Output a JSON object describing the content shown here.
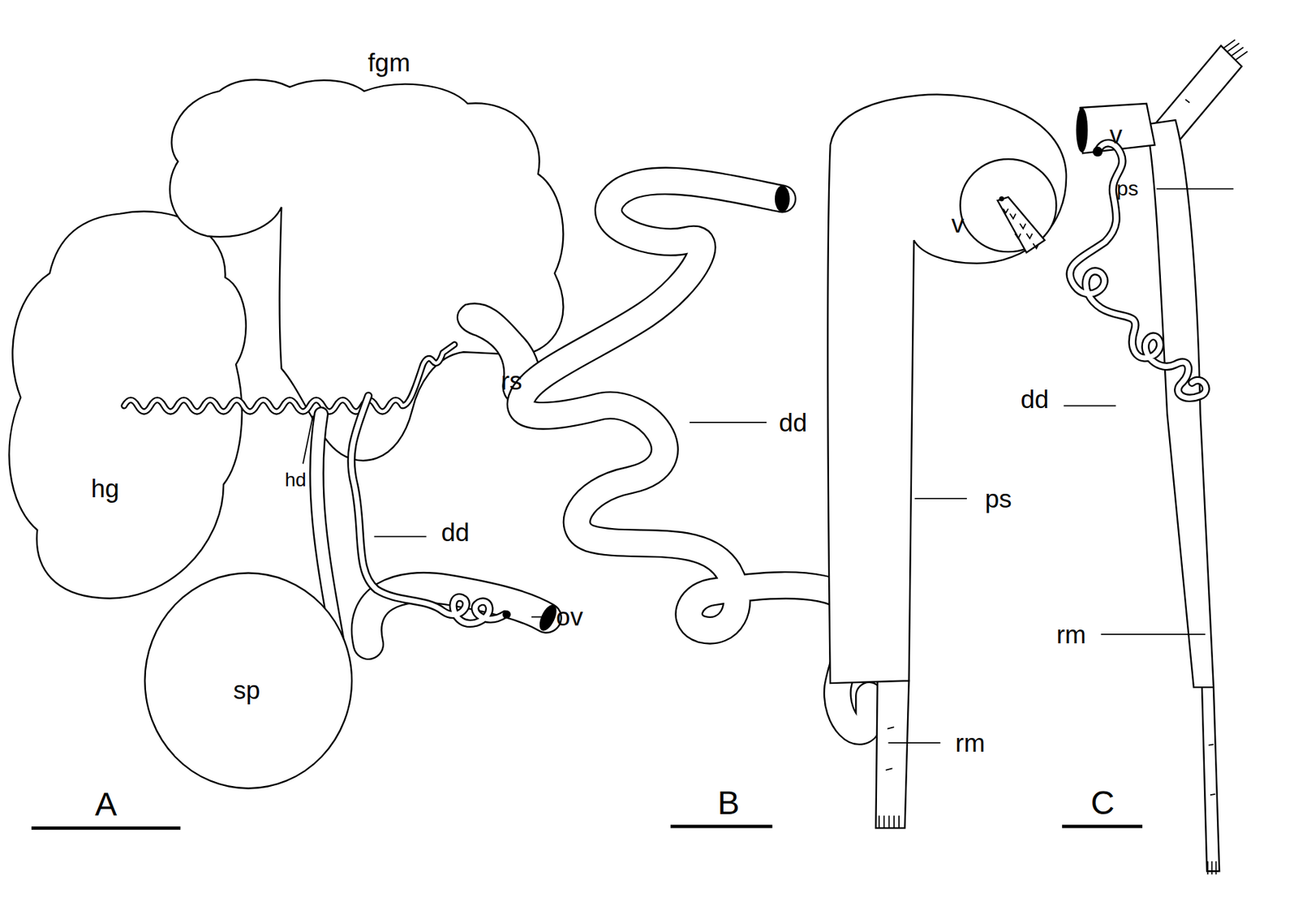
{
  "diagram": {
    "labels": [
      "fgm",
      "rs",
      "hg",
      "hd",
      "dd",
      "ov",
      "sp",
      "A",
      "dd",
      "v",
      "ps",
      "rm",
      "B",
      "v",
      "ps",
      "dd",
      "rm",
      "C"
    ]
  }
}
